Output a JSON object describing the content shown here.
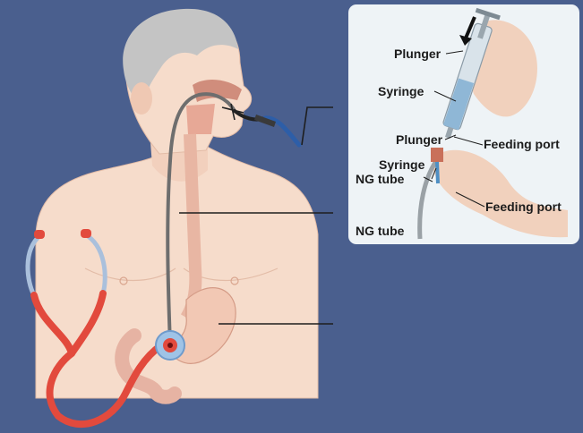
{
  "inset": {
    "labels": {
      "plunger_top": "Plunger",
      "syringe_top": "Syringe",
      "plunger_mid": "Plunger",
      "feeding_port_top": "Feeding port",
      "syringe_mid": "Syringe",
      "ng_tube_mid": "NG tube",
      "feeding_port_bottom": "Feeding port",
      "ng_tube_bottom": "NG tube"
    }
  },
  "colors": {
    "background": "#4a5f8e",
    "skin": "#f6dccb",
    "hair": "#c4c4c4",
    "tube": "#6e6e6e",
    "stethoscope": "#e24a3d",
    "stomach": "#f2c8b4"
  }
}
